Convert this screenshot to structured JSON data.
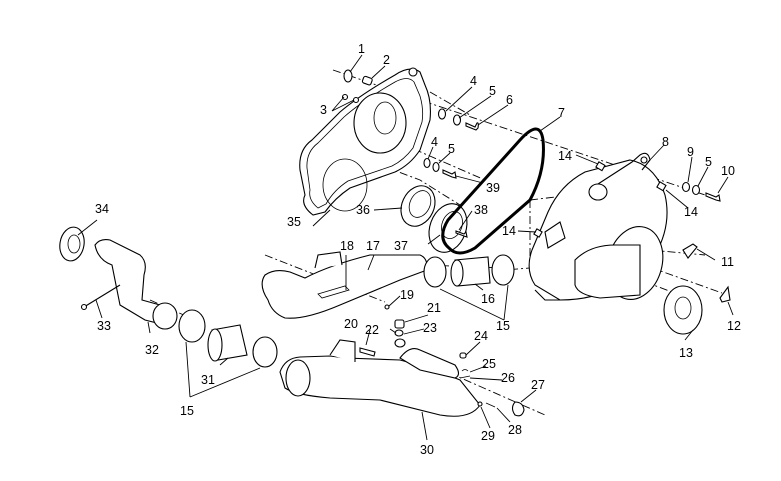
{
  "diagram": {
    "title": "Clutch cover / air duct exploded view",
    "background": "#ffffff",
    "line_color": "#000000",
    "callouts": [
      {
        "id": "c1",
        "text": "1"
      },
      {
        "id": "c2",
        "text": "2"
      },
      {
        "id": "c3",
        "text": "3"
      },
      {
        "id": "c4a",
        "text": "4"
      },
      {
        "id": "c5a",
        "text": "5"
      },
      {
        "id": "c6",
        "text": "6"
      },
      {
        "id": "c7",
        "text": "7"
      },
      {
        "id": "c4b",
        "text": "4"
      },
      {
        "id": "c5b",
        "text": "5"
      },
      {
        "id": "c8",
        "text": "8"
      },
      {
        "id": "c9",
        "text": "9"
      },
      {
        "id": "c5c",
        "text": "5"
      },
      {
        "id": "c10",
        "text": "10"
      },
      {
        "id": "c14a",
        "text": "14"
      },
      {
        "id": "c14b",
        "text": "14"
      },
      {
        "id": "c14c",
        "text": "14"
      },
      {
        "id": "c39",
        "text": "39"
      },
      {
        "id": "c38",
        "text": "38"
      },
      {
        "id": "c36",
        "text": "36"
      },
      {
        "id": "c35",
        "text": "35"
      },
      {
        "id": "c37",
        "text": "37"
      },
      {
        "id": "c34",
        "text": "34"
      },
      {
        "id": "c18",
        "text": "18"
      },
      {
        "id": "c17",
        "text": "17"
      },
      {
        "id": "c19",
        "text": "19"
      },
      {
        "id": "c16",
        "text": "16"
      },
      {
        "id": "c15a",
        "text": "15"
      },
      {
        "id": "c11",
        "text": "11"
      },
      {
        "id": "c12",
        "text": "12"
      },
      {
        "id": "c13",
        "text": "13"
      },
      {
        "id": "c33",
        "text": "33"
      },
      {
        "id": "c32",
        "text": "32"
      },
      {
        "id": "c21",
        "text": "21"
      },
      {
        "id": "c20",
        "text": "20"
      },
      {
        "id": "c22",
        "text": "22"
      },
      {
        "id": "c23",
        "text": "23"
      },
      {
        "id": "c24",
        "text": "24"
      },
      {
        "id": "c25",
        "text": "25"
      },
      {
        "id": "c26",
        "text": "26"
      },
      {
        "id": "c27",
        "text": "27"
      },
      {
        "id": "c31",
        "text": "31"
      },
      {
        "id": "c15b",
        "text": "15"
      },
      {
        "id": "c29",
        "text": "29"
      },
      {
        "id": "c28",
        "text": "28"
      },
      {
        "id": "c30",
        "text": "30"
      }
    ]
  }
}
